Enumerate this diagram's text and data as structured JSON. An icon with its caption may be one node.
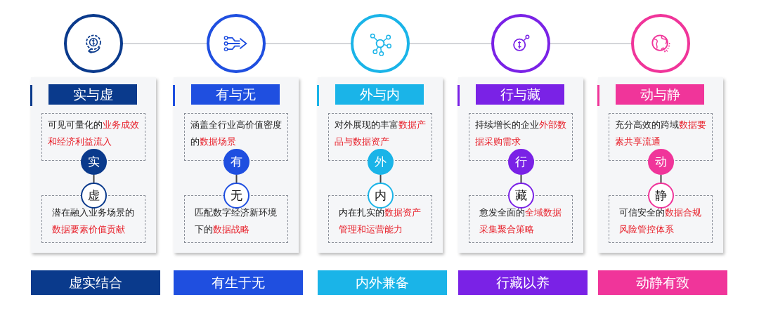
{
  "diagram": {
    "nodes": [
      {
        "text": [],
        "shape": "circle"
      },
      {
        "text": [],
        "shape": "box"
      },
      {
        "text": [
          "实与虚"
        ],
        "in": 1
      },
      {
        "text": [
          "可见可量化的**业务成效和经济利益流入**"
        ],
        "in": 1
      },
      {
        "text": [
          "实"
        ],
        "in": 1
      },
      {
        "text": [
          "虚"
        ],
        "in": 1
      },
      {
        "text": [
          "潜在融入业务场景的**数据要素价值贡献**"
        ],
        "in": 1
      },
      {
        "text": [
          "虚实结合"
        ]
      },
      {
        "text": [],
        "shape": "circle"
      },
      {
        "text": [],
        "shape": "box"
      },
      {
        "text": [
          "有与无"
        ],
        "in": 9
      },
      {
        "text": [
          "涵盖全行业高价值密度的**数据场景**"
        ],
        "in": 9
      },
      {
        "text": [
          "有"
        ],
        "in": 9
      },
      {
        "text": [
          "无"
        ],
        "in": 9
      },
      {
        "text": [
          "匹配数字经济新环境下的**数据战略**"
        ],
        "in": 9
      },
      {
        "text": [
          "有生于无"
        ]
      },
      {
        "text": [],
        "shape": "circle"
      },
      {
        "text": [],
        "shape": "box"
      },
      {
        "text": [
          "外与内"
        ],
        "in": 17
      },
      {
        "text": [
          "对外展现的丰富**数据产品与数据资产**"
        ],
        "in": 17
      },
      {
        "text": [
          "外"
        ],
        "in": 17
      },
      {
        "text": [
          "内"
        ],
        "in": 17
      },
      {
        "text": [
          "内在扎实的**数据资产管理和运营能力**"
        ],
        "in": 17
      },
      {
        "text": [
          "内外兼备"
        ]
      },
      {
        "text": [],
        "shape": "circle"
      },
      {
        "text": [],
        "shape": "box"
      },
      {
        "text": [
          "行与藏"
        ],
        "in": 25
      },
      {
        "text": [
          "持续增长的企业**外部数据采购需求**"
        ],
        "in": 25
      },
      {
        "text": [
          "行"
        ],
        "in": 25
      },
      {
        "text": [
          "藏"
        ],
        "in": 25
      },
      {
        "text": [
          "愈发全面的**全域数据采集聚合策略**"
        ],
        "in": 25
      },
      {
        "text": [
          "行藏以养"
        ]
      },
      {
        "text": [],
        "shape": "circle"
      },
      {
        "text": [],
        "shape": "box"
      },
      {
        "text": [
          "动与静"
        ],
        "in": 33
      },
      {
        "text": [
          "充分高效的跨域**数据要素共享流通**"
        ],
        "in": 33
      },
      {
        "text": [
          "动"
        ],
        "in": 33
      },
      {
        "text": [
          "静"
        ],
        "in": 33
      },
      {
        "text": [
          "可信安全的**数据合规风险管控体系**"
        ],
        "in": 33
      },
      {
        "text": [
          "动静有致"
        ]
      }
    ],
    "edges": [
      {
        "from": 0,
        "to": 8,
        "arrow": "none",
        "color": "#d4d6da"
      },
      {
        "from": 8,
        "to": 16,
        "arrow": "none",
        "color": "#d4d6da"
      },
      {
        "from": 16,
        "to": 24,
        "arrow": "none",
        "color": "#d4d6da"
      },
      {
        "from": 24,
        "to": 32,
        "arrow": "none",
        "color": "#d4d6da"
      },
      {
        "from": 4,
        "to": 5,
        "arrow": "none"
      },
      {
        "from": 12,
        "to": 13,
        "arrow": "none"
      },
      {
        "from": 20,
        "to": 21,
        "arrow": "none"
      },
      {
        "from": 28,
        "to": 29,
        "arrow": "none"
      },
      {
        "from": 36,
        "to": 37,
        "arrow": "none"
      }
    ]
  }
}
